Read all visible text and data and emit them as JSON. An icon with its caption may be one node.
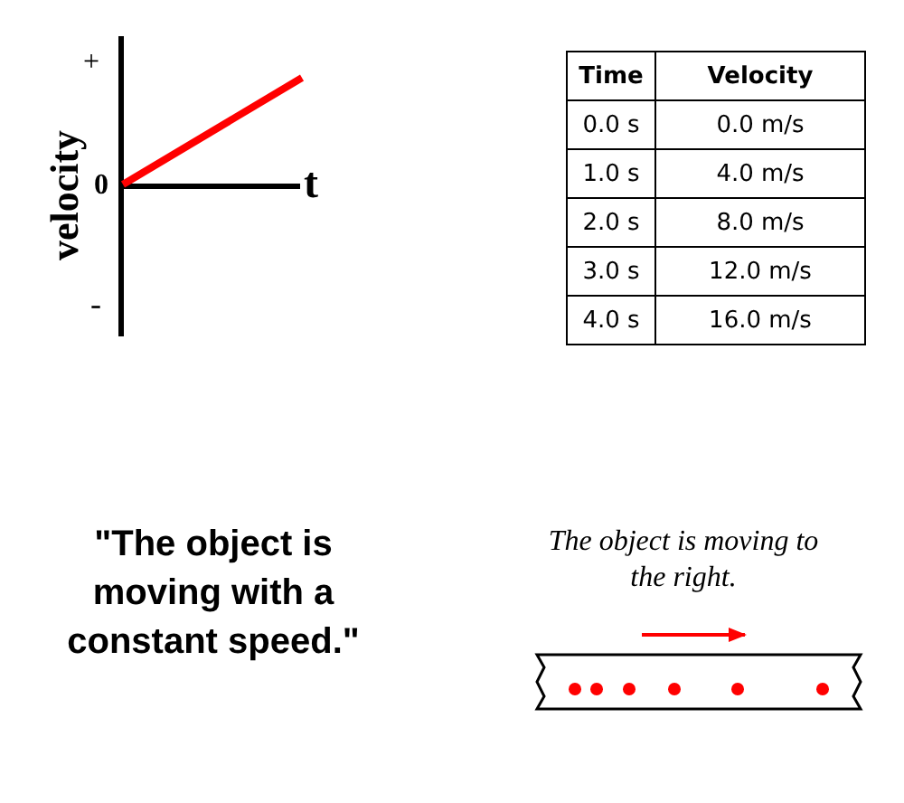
{
  "diagram": {
    "labels": [
      "+",
      "0",
      "-",
      "t",
      "velocity",
      "Time",
      "Velocity",
      "0.0 s",
      "0.0 m/s",
      "1.0 s",
      "4.0 m/s",
      "2.0 s",
      "8.0 m/s",
      "3.0 s",
      "12.0 m/s",
      "4.0 s",
      "16.0 m/s",
      "\"The object is moving with a constant speed.\"",
      "The object is moving to the right."
    ]
  }
}
